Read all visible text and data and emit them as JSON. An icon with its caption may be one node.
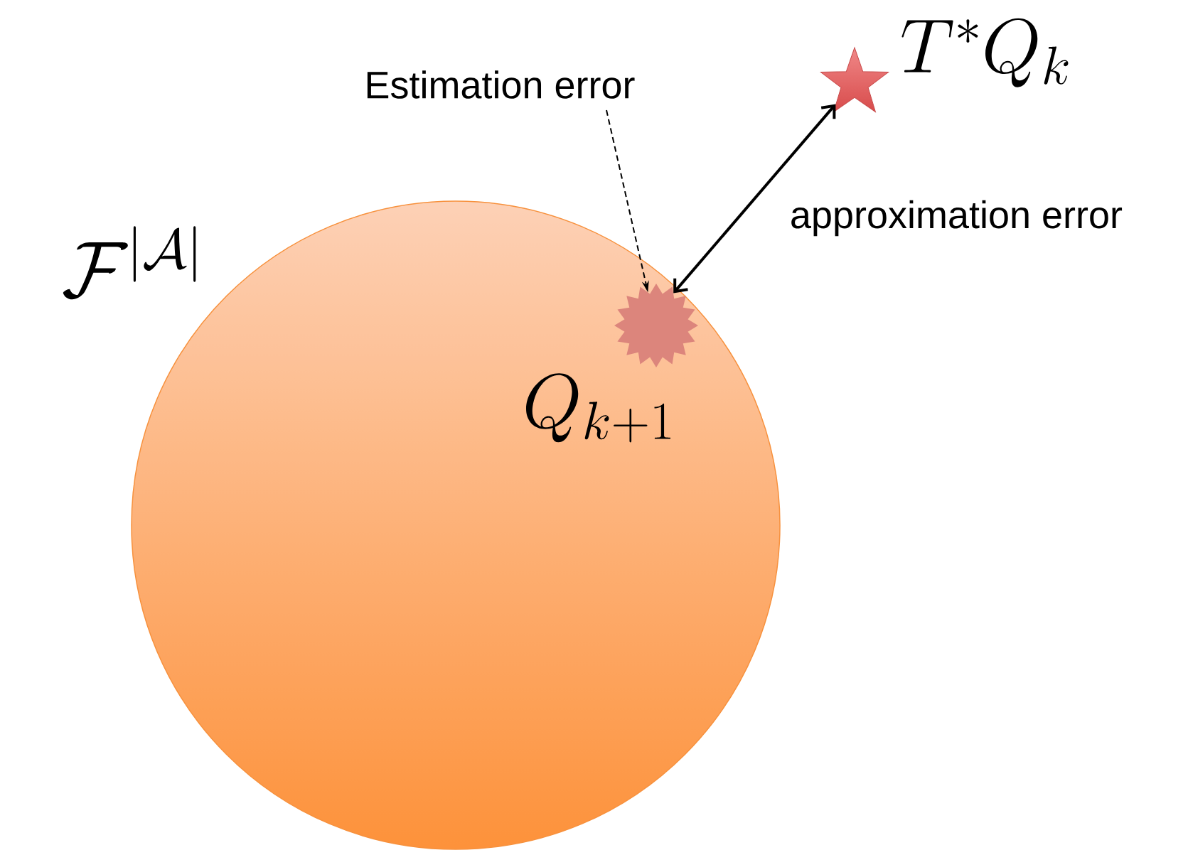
{
  "diagram": {
    "nodes": [
      {
        "text": [
          "\\mathcal{F}^{|\\mathcal{A}|}"
        ]
      },
      {
        "text": [],
        "shape": "starburst",
        "in": 0,
        "beside": [
          "Q_{k+1}"
        ]
      },
      {
        "text": [],
        "shape": "star",
        "beside": [
          "T^*Q_k"
        ]
      },
      {
        "text": [
          "Estimation error"
        ]
      }
    ],
    "edges": [
      {
        "from": 3,
        "to": 1,
        "arrow": "to",
        "style": "dashed"
      },
      {
        "from": 1,
        "to": 2,
        "arrow": "both",
        "label": "approximation error"
      }
    ]
  }
}
